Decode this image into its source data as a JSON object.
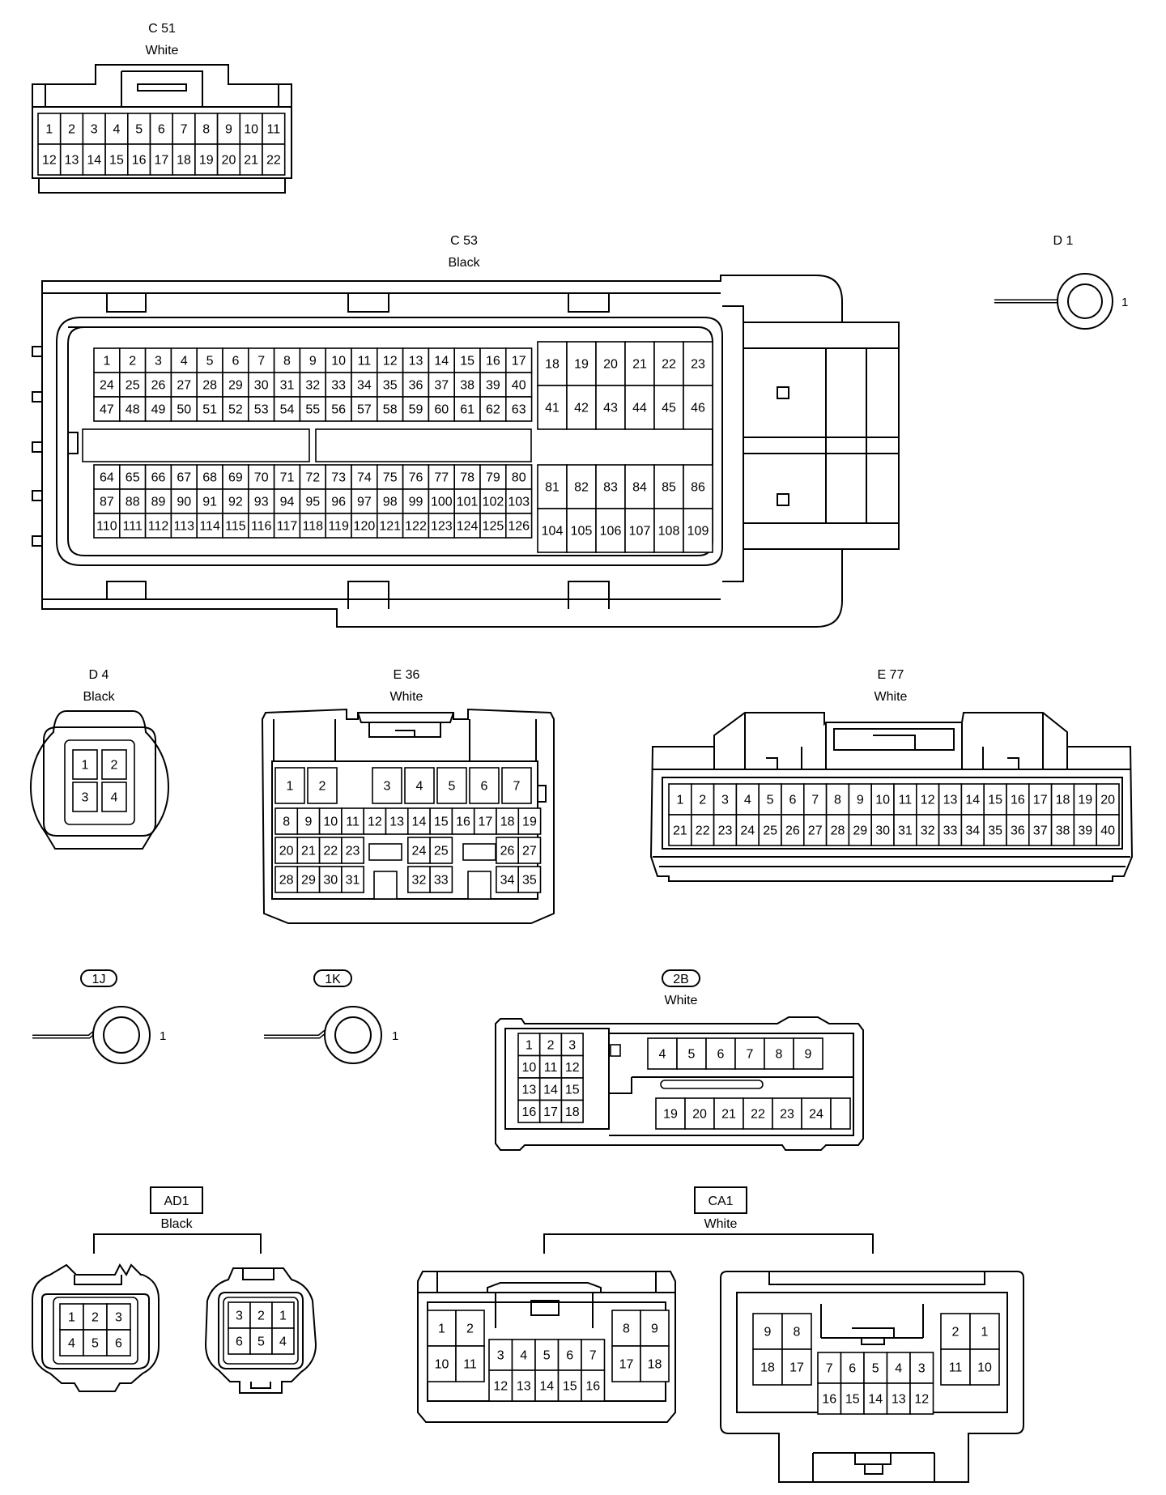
{
  "connectors": {
    "c51": {
      "code": "C 51",
      "color": "White",
      "rows": [
        [
          "1",
          "2",
          "3",
          "4",
          "5",
          "6",
          "7",
          "8",
          "9",
          "10",
          "11"
        ],
        [
          "12",
          "13",
          "14",
          "15",
          "16",
          "17",
          "18",
          "19",
          "20",
          "21",
          "22"
        ]
      ]
    },
    "c53": {
      "code": "C 53",
      "color": "Black",
      "left_top": [
        [
          "1",
          "2",
          "3",
          "4",
          "5",
          "6",
          "7",
          "8",
          "9",
          "10",
          "11",
          "12",
          "13",
          "14",
          "15",
          "16",
          "17"
        ],
        [
          "24",
          "25",
          "26",
          "27",
          "28",
          "29",
          "30",
          "31",
          "32",
          "33",
          "34",
          "35",
          "36",
          "37",
          "38",
          "39",
          "40"
        ],
        [
          "47",
          "48",
          "49",
          "50",
          "51",
          "52",
          "53",
          "54",
          "55",
          "56",
          "57",
          "58",
          "59",
          "60",
          "61",
          "62",
          "63"
        ]
      ],
      "right_top": [
        [
          "18",
          "19",
          "20",
          "21",
          "22",
          "23"
        ],
        [
          "41",
          "42",
          "43",
          "44",
          "45",
          "46"
        ]
      ],
      "left_bottom": [
        [
          "64",
          "65",
          "66",
          "67",
          "68",
          "69",
          "70",
          "71",
          "72",
          "73",
          "74",
          "75",
          "76",
          "77",
          "78",
          "79",
          "80"
        ],
        [
          "87",
          "88",
          "89",
          "90",
          "91",
          "92",
          "93",
          "94",
          "95",
          "96",
          "97",
          "98",
          "99",
          "100",
          "101",
          "102",
          "103"
        ],
        [
          "110",
          "111",
          "112",
          "113",
          "114",
          "115",
          "116",
          "117",
          "118",
          "119",
          "120",
          "121",
          "122",
          "123",
          "124",
          "125",
          "126"
        ]
      ],
      "right_bottom": [
        [
          "81",
          "82",
          "83",
          "84",
          "85",
          "86"
        ],
        [
          "104",
          "105",
          "106",
          "107",
          "108",
          "109"
        ]
      ]
    },
    "d1": {
      "code": "D 1",
      "pin": "1"
    },
    "d4": {
      "code": "D 4",
      "color": "Black",
      "pins": [
        "1",
        "2",
        "3",
        "4"
      ]
    },
    "e36": {
      "code": "E 36",
      "color": "White",
      "row1": [
        "1",
        "2",
        "3",
        "4",
        "5",
        "6",
        "7"
      ],
      "row2": [
        "8",
        "9",
        "10",
        "11",
        "12",
        "13",
        "14",
        "15",
        "16",
        "17",
        "18",
        "19"
      ],
      "row3": [
        "20",
        "21",
        "22",
        "23",
        "24",
        "25",
        "26",
        "27"
      ],
      "row4": [
        "28",
        "29",
        "30",
        "31",
        "32",
        "33",
        "34",
        "35"
      ]
    },
    "e77": {
      "code": "E 77",
      "color": "White",
      "rows": [
        [
          "1",
          "2",
          "3",
          "4",
          "5",
          "6",
          "7",
          "8",
          "9",
          "10",
          "11",
          "12",
          "13",
          "14",
          "15",
          "16",
          "17",
          "18",
          "19",
          "20"
        ],
        [
          "21",
          "22",
          "23",
          "24",
          "25",
          "26",
          "27",
          "28",
          "29",
          "30",
          "31",
          "32",
          "33",
          "34",
          "35",
          "36",
          "37",
          "38",
          "39",
          "40"
        ]
      ]
    },
    "1j": {
      "code": "1J",
      "pin": "1"
    },
    "1k": {
      "code": "1K",
      "pin": "1"
    },
    "2b": {
      "code": "2B",
      "color": "White",
      "left": [
        [
          "1",
          "2",
          "3"
        ],
        [
          "10",
          "11",
          "12"
        ],
        [
          "13",
          "14",
          "15"
        ],
        [
          "16",
          "17",
          "18"
        ]
      ],
      "top_right": [
        "4",
        "5",
        "6",
        "7",
        "8",
        "9"
      ],
      "bottom_right": [
        "19",
        "20",
        "21",
        "22",
        "23",
        "24"
      ]
    },
    "ad1": {
      "code": "AD1",
      "color": "Black",
      "left": [
        [
          "1",
          "2",
          "3"
        ],
        [
          "4",
          "5",
          "6"
        ]
      ],
      "right": [
        [
          "3",
          "2",
          "1"
        ],
        [
          "6",
          "5",
          "4"
        ]
      ]
    },
    "ca1": {
      "code": "CA1",
      "color": "White",
      "a_left": [
        [
          "1",
          "2"
        ],
        [
          "10",
          "11"
        ]
      ],
      "a_mid": [
        [
          "3",
          "4",
          "5",
          "6",
          "7"
        ],
        [
          "12",
          "13",
          "14",
          "15",
          "16"
        ]
      ],
      "a_right": [
        [
          "8",
          "9"
        ],
        [
          "17",
          "18"
        ]
      ],
      "b_left": [
        [
          "9",
          "8"
        ],
        [
          "18",
          "17"
        ]
      ],
      "b_mid": [
        [
          "7",
          "6",
          "5",
          "4",
          "3"
        ],
        [
          "16",
          "15",
          "14",
          "13",
          "12"
        ]
      ],
      "b_right": [
        [
          "2",
          "1"
        ],
        [
          "11",
          "10"
        ]
      ]
    }
  }
}
